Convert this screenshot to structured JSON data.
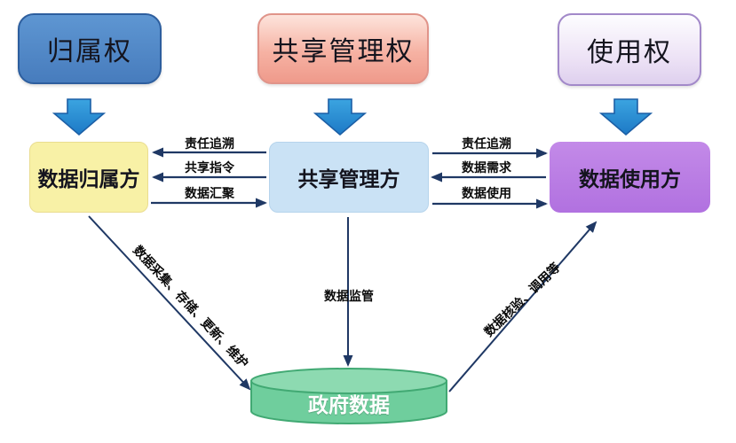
{
  "top_row": [
    {
      "label": "归属权"
    },
    {
      "label": "共享管理权"
    },
    {
      "label": "使用权"
    }
  ],
  "middle_row": [
    {
      "label": "数据归属方"
    },
    {
      "label": "共享管理方"
    },
    {
      "label": "数据使用方"
    }
  ],
  "left_links": [
    {
      "label": "责任追溯",
      "direction": "to-data-owner"
    },
    {
      "label": "共享指令",
      "direction": "to-data-owner"
    },
    {
      "label": "数据汇聚",
      "direction": "to-share-manager"
    }
  ],
  "right_links": [
    {
      "label": "责任追溯",
      "direction": "to-data-user"
    },
    {
      "label": "数据需求",
      "direction": "to-share-manager"
    },
    {
      "label": "数据使用",
      "direction": "to-data-user"
    }
  ],
  "bottom_links": {
    "owner_to_db": "数据采集、存储、更新、维护",
    "manager_to_db": "数据监管",
    "db_to_user": "数据核验、调用等"
  },
  "database": {
    "label": "政府数据"
  },
  "colors": {
    "ownership_box": "#4d87c8",
    "share_mgmt_right_box": "#f4a699",
    "usage_right_box": "#e9ddf4",
    "data_owner_box": "#f8f1a6",
    "share_manager_box": "#cae2f5",
    "data_user_box": "#b87ae2",
    "database_cylinder": "#6fce9d",
    "connector_line": "#1f3864",
    "block_arrow": "#2b9ada"
  }
}
